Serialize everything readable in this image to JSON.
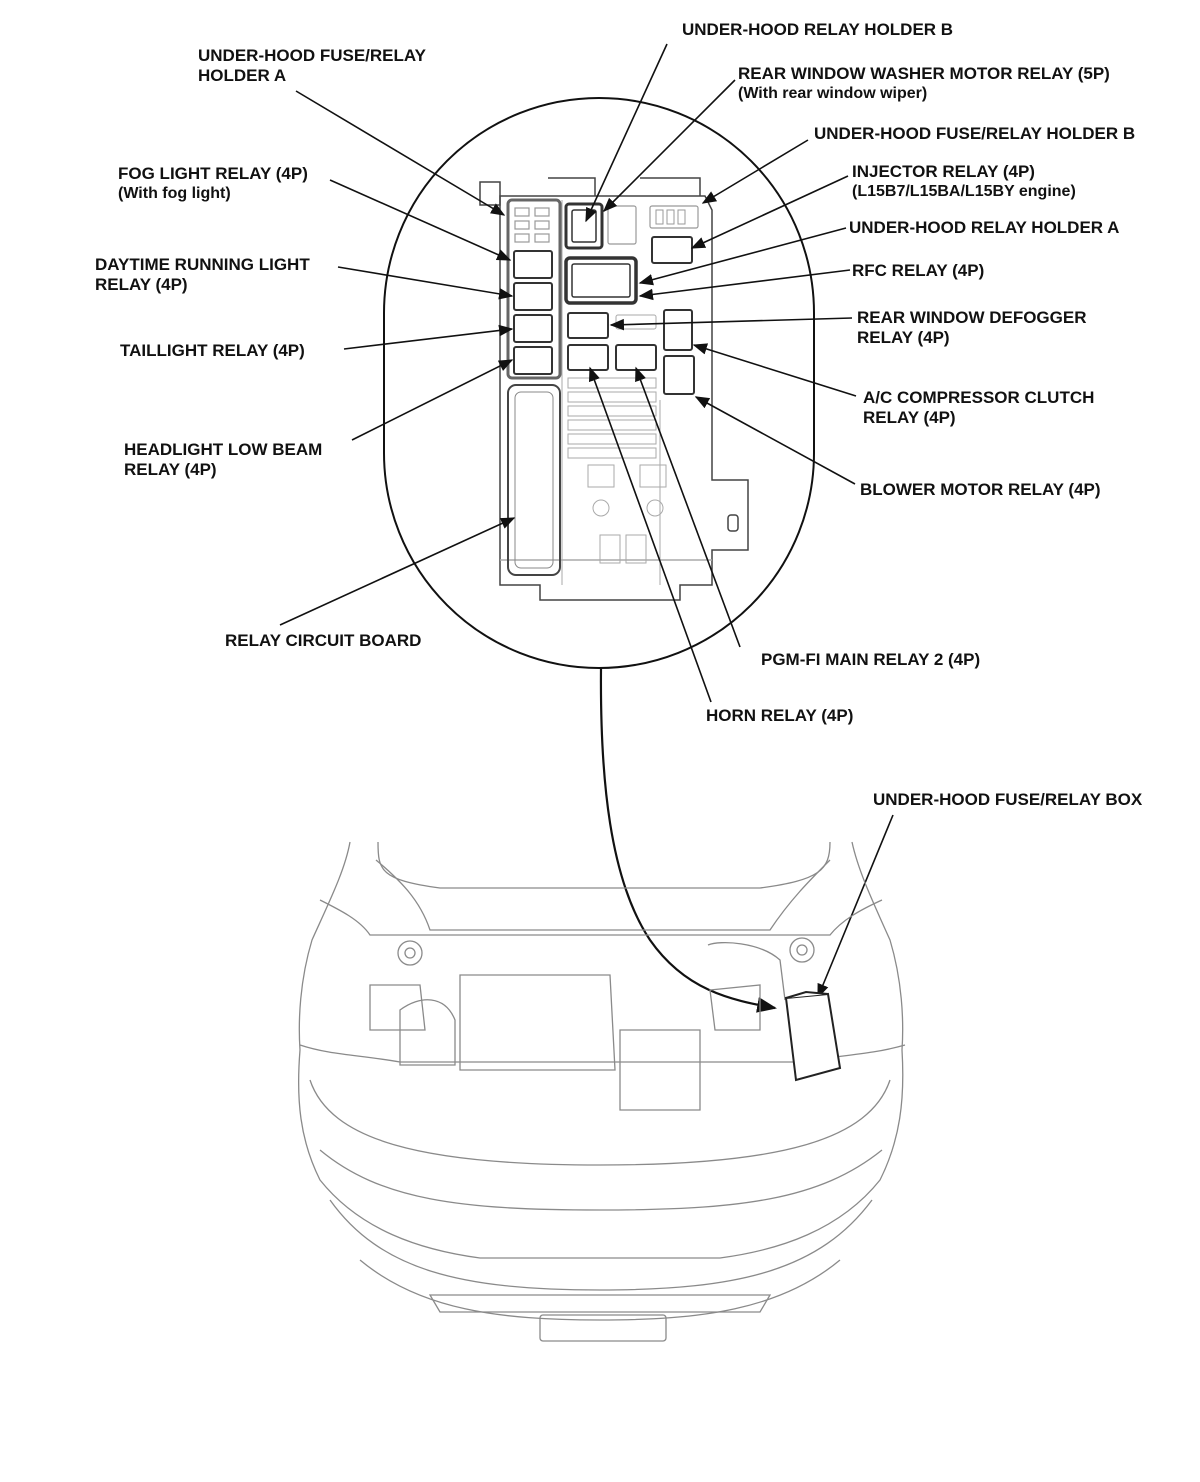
{
  "colors": {
    "ink": "#111111",
    "faint": "#9a9a9a",
    "box": "#555555"
  },
  "labels": {
    "uh_relay_holder_b": [
      "UNDER-HOOD RELAY HOLDER B"
    ],
    "uh_fuse_relay_holder_a": [
      "UNDER-HOOD FUSE/RELAY",
      "HOLDER A"
    ],
    "rear_washer_relay": [
      "REAR WINDOW WASHER MOTOR RELAY (5P)",
      "(With rear window wiper)"
    ],
    "uh_fuse_relay_holder_b": [
      "UNDER-HOOD FUSE/RELAY HOLDER B"
    ],
    "fog_light_relay": [
      "FOG LIGHT RELAY (4P)",
      "(With fog light)"
    ],
    "injector_relay": [
      "INJECTOR RELAY (4P)",
      "(L15B7/L15BA/L15BY engine)"
    ],
    "uh_relay_holder_a": [
      "UNDER-HOOD RELAY HOLDER A"
    ],
    "drl_relay": [
      "DAYTIME RUNNING LIGHT",
      "RELAY (4P)"
    ],
    "rfc_relay": [
      "RFC RELAY (4P)"
    ],
    "rear_defogger_relay": [
      "REAR WINDOW DEFOGGER",
      "RELAY (4P)"
    ],
    "taillight_relay": [
      "TAILLIGHT RELAY (4P)"
    ],
    "ac_clutch_relay": [
      "A/C COMPRESSOR CLUTCH",
      "RELAY (4P)"
    ],
    "headlight_low_relay": [
      "HEADLIGHT LOW BEAM",
      "RELAY (4P)"
    ],
    "blower_relay": [
      "BLOWER MOTOR RELAY (4P)"
    ],
    "relay_circuit_board": [
      "RELAY CIRCUIT BOARD"
    ],
    "pgmfi_main_relay2": [
      "PGM-FI MAIN RELAY 2 (4P)"
    ],
    "horn_relay": [
      "HORN RELAY (4P)"
    ],
    "uh_fuse_relay_box": [
      "UNDER-HOOD FUSE/RELAY BOX"
    ]
  }
}
